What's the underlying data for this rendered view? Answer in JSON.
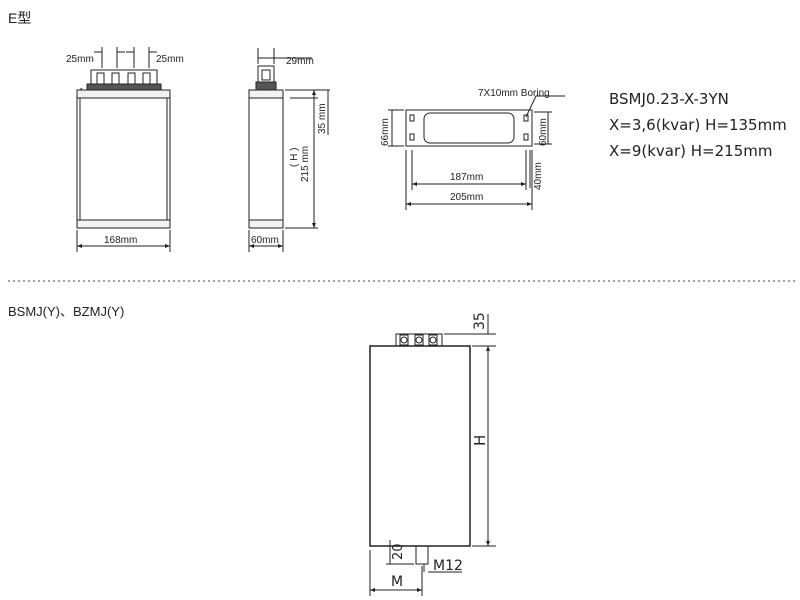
{
  "section_e": {
    "title": "E型",
    "front": {
      "top_left_dim": "25mm",
      "top_right_dim": "25mm",
      "width_dim": "168mm"
    },
    "side": {
      "top_dim": "29mm",
      "lid_dim": "35 mm",
      "height_label": "( H )",
      "height_dim": "215 mm",
      "width_dim": "60mm"
    },
    "mount": {
      "boring_note": "7X10mm Boring",
      "left_dim": "66mm",
      "right_dim": "60mm",
      "inner_dim": "187mm",
      "outer_dim": "205mm",
      "offset_dim": "40mm"
    },
    "spec": {
      "model": "BSMJ0.23-X-3YN",
      "line1": "X=3,6(kvar)  H=135mm",
      "line2": "X=9(kvar)  H=215mm"
    }
  },
  "section_b": {
    "title": "BSMJ(Y)、BZMJ(Y)",
    "dims": {
      "top": "35",
      "height": "H",
      "bolt_len": "20",
      "bolt": "M12",
      "width": "M"
    }
  }
}
